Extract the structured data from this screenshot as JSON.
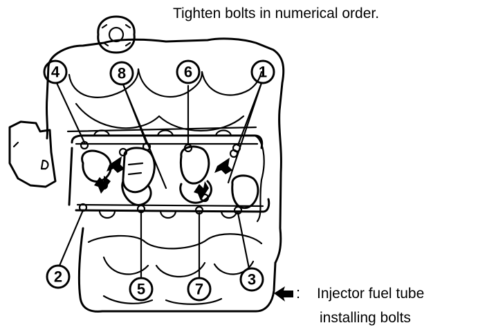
{
  "title": "Tighten bolts in numerical order.",
  "bolt_labels": [
    "1",
    "2",
    "3",
    "4",
    "5",
    "6",
    "7",
    "8"
  ],
  "legend": {
    "line1": "Injector fuel tube",
    "line2": "installing bolts"
  },
  "colors": {
    "ink": "#000000",
    "paper": "#ffffff"
  }
}
